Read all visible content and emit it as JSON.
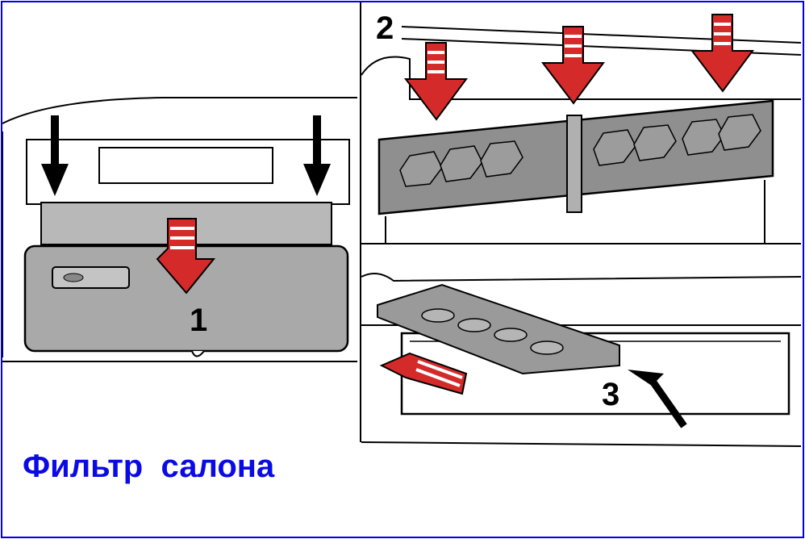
{
  "caption": "Фильтр  салона",
  "steps": {
    "step1": "1",
    "step2": "2",
    "step3": "3"
  },
  "colors": {
    "border": "#0000ee",
    "caption": "#0a0ae6",
    "arrow_red": "#d42a2a",
    "part_gray": "#a8a8a8",
    "filter_gray": "#8f8f8f"
  }
}
